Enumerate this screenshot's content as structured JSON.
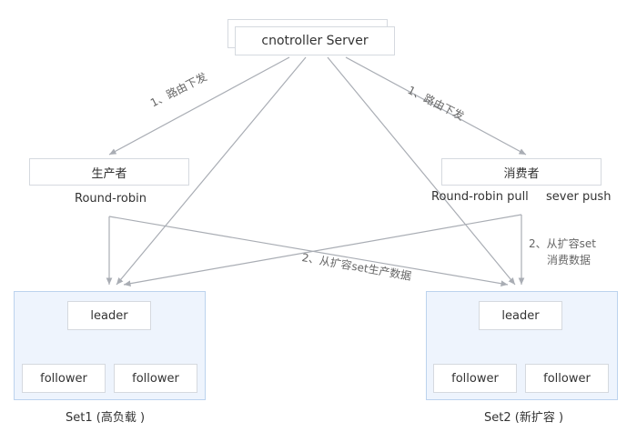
{
  "server": {
    "label": "cnotroller Server"
  },
  "producer": {
    "label": "生产者",
    "note": "Round-robin"
  },
  "consumer": {
    "label": "消费者",
    "note_pull": "Round-robin pull",
    "note_push": "sever push"
  },
  "edges": {
    "route_left": "1、路由下发",
    "route_right": "1、路由下发",
    "produce": "2、从扩容set生产数据",
    "consume_line1": "2、从扩容set",
    "consume_line2": "消费数据"
  },
  "set1": {
    "leader": "leader",
    "follower_a": "follower",
    "follower_b": "follower",
    "caption": "Set1 (高负载 )"
  },
  "set2": {
    "leader": "leader",
    "follower_a": "follower",
    "follower_b": "follower",
    "caption": "Set2 (新扩容 )"
  },
  "colors": {
    "line": "#a9adb4",
    "set_fill": "#eef4fd",
    "set_border": "#bcd3ee",
    "box_border": "#d5d9df"
  }
}
